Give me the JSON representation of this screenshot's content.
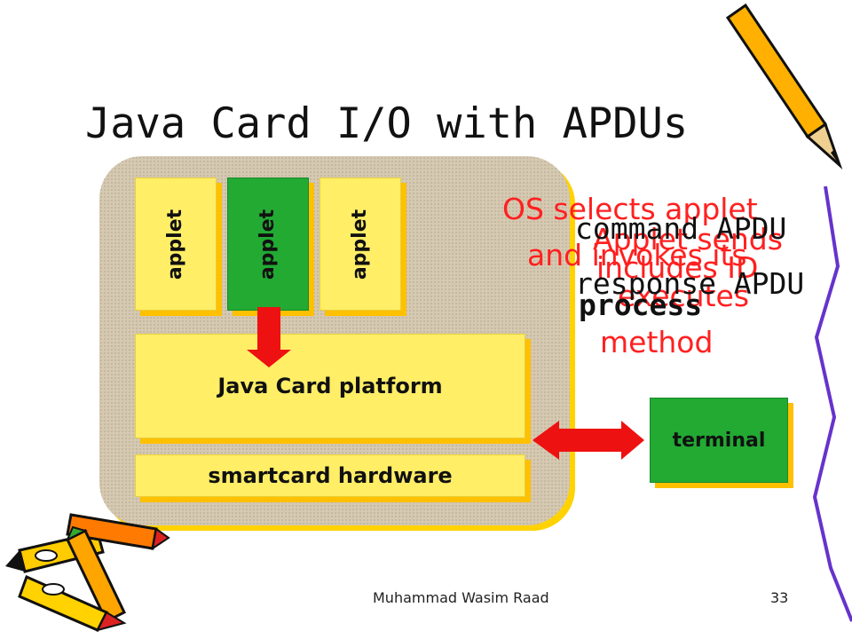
{
  "slide": {
    "title": "Java Card I/O with APDUs",
    "footer_author": "Muhammad Wasim Raad",
    "footer_page": "33"
  },
  "diagram": {
    "applets": [
      {
        "label": "applet",
        "color": "#ffee66",
        "selected": false
      },
      {
        "label": "applet",
        "color": "#22aa33",
        "selected": true
      },
      {
        "label": "applet",
        "color": "#ffee66",
        "selected": false
      }
    ],
    "platform_label": "Java Card platform",
    "hardware_label": "smartcard hardware",
    "terminal_label": "terminal",
    "colors": {
      "card_bg": "#d6c9b2",
      "box_yellow": "#ffee66",
      "box_shadow": "#ffc000",
      "selected_green": "#22aa33",
      "arrow_red": "#ee1111",
      "annotation_red": "#ff2020"
    }
  },
  "annotations": {
    "red": [
      "OS selects applet",
      "and invokes its",
      "method",
      "Applet sends",
      "includes ID",
      "executes"
    ],
    "black": [
      "command APDU",
      "response APDU",
      "process"
    ]
  }
}
